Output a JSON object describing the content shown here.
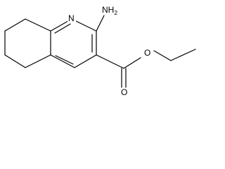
{
  "molecule": {
    "atoms": {
      "ring_nitrogen": "N",
      "amino_group": {
        "main": "NH",
        "subscript": "2"
      },
      "ester_ether_oxygen": "O",
      "carbonyl_oxygen": "O"
    }
  }
}
